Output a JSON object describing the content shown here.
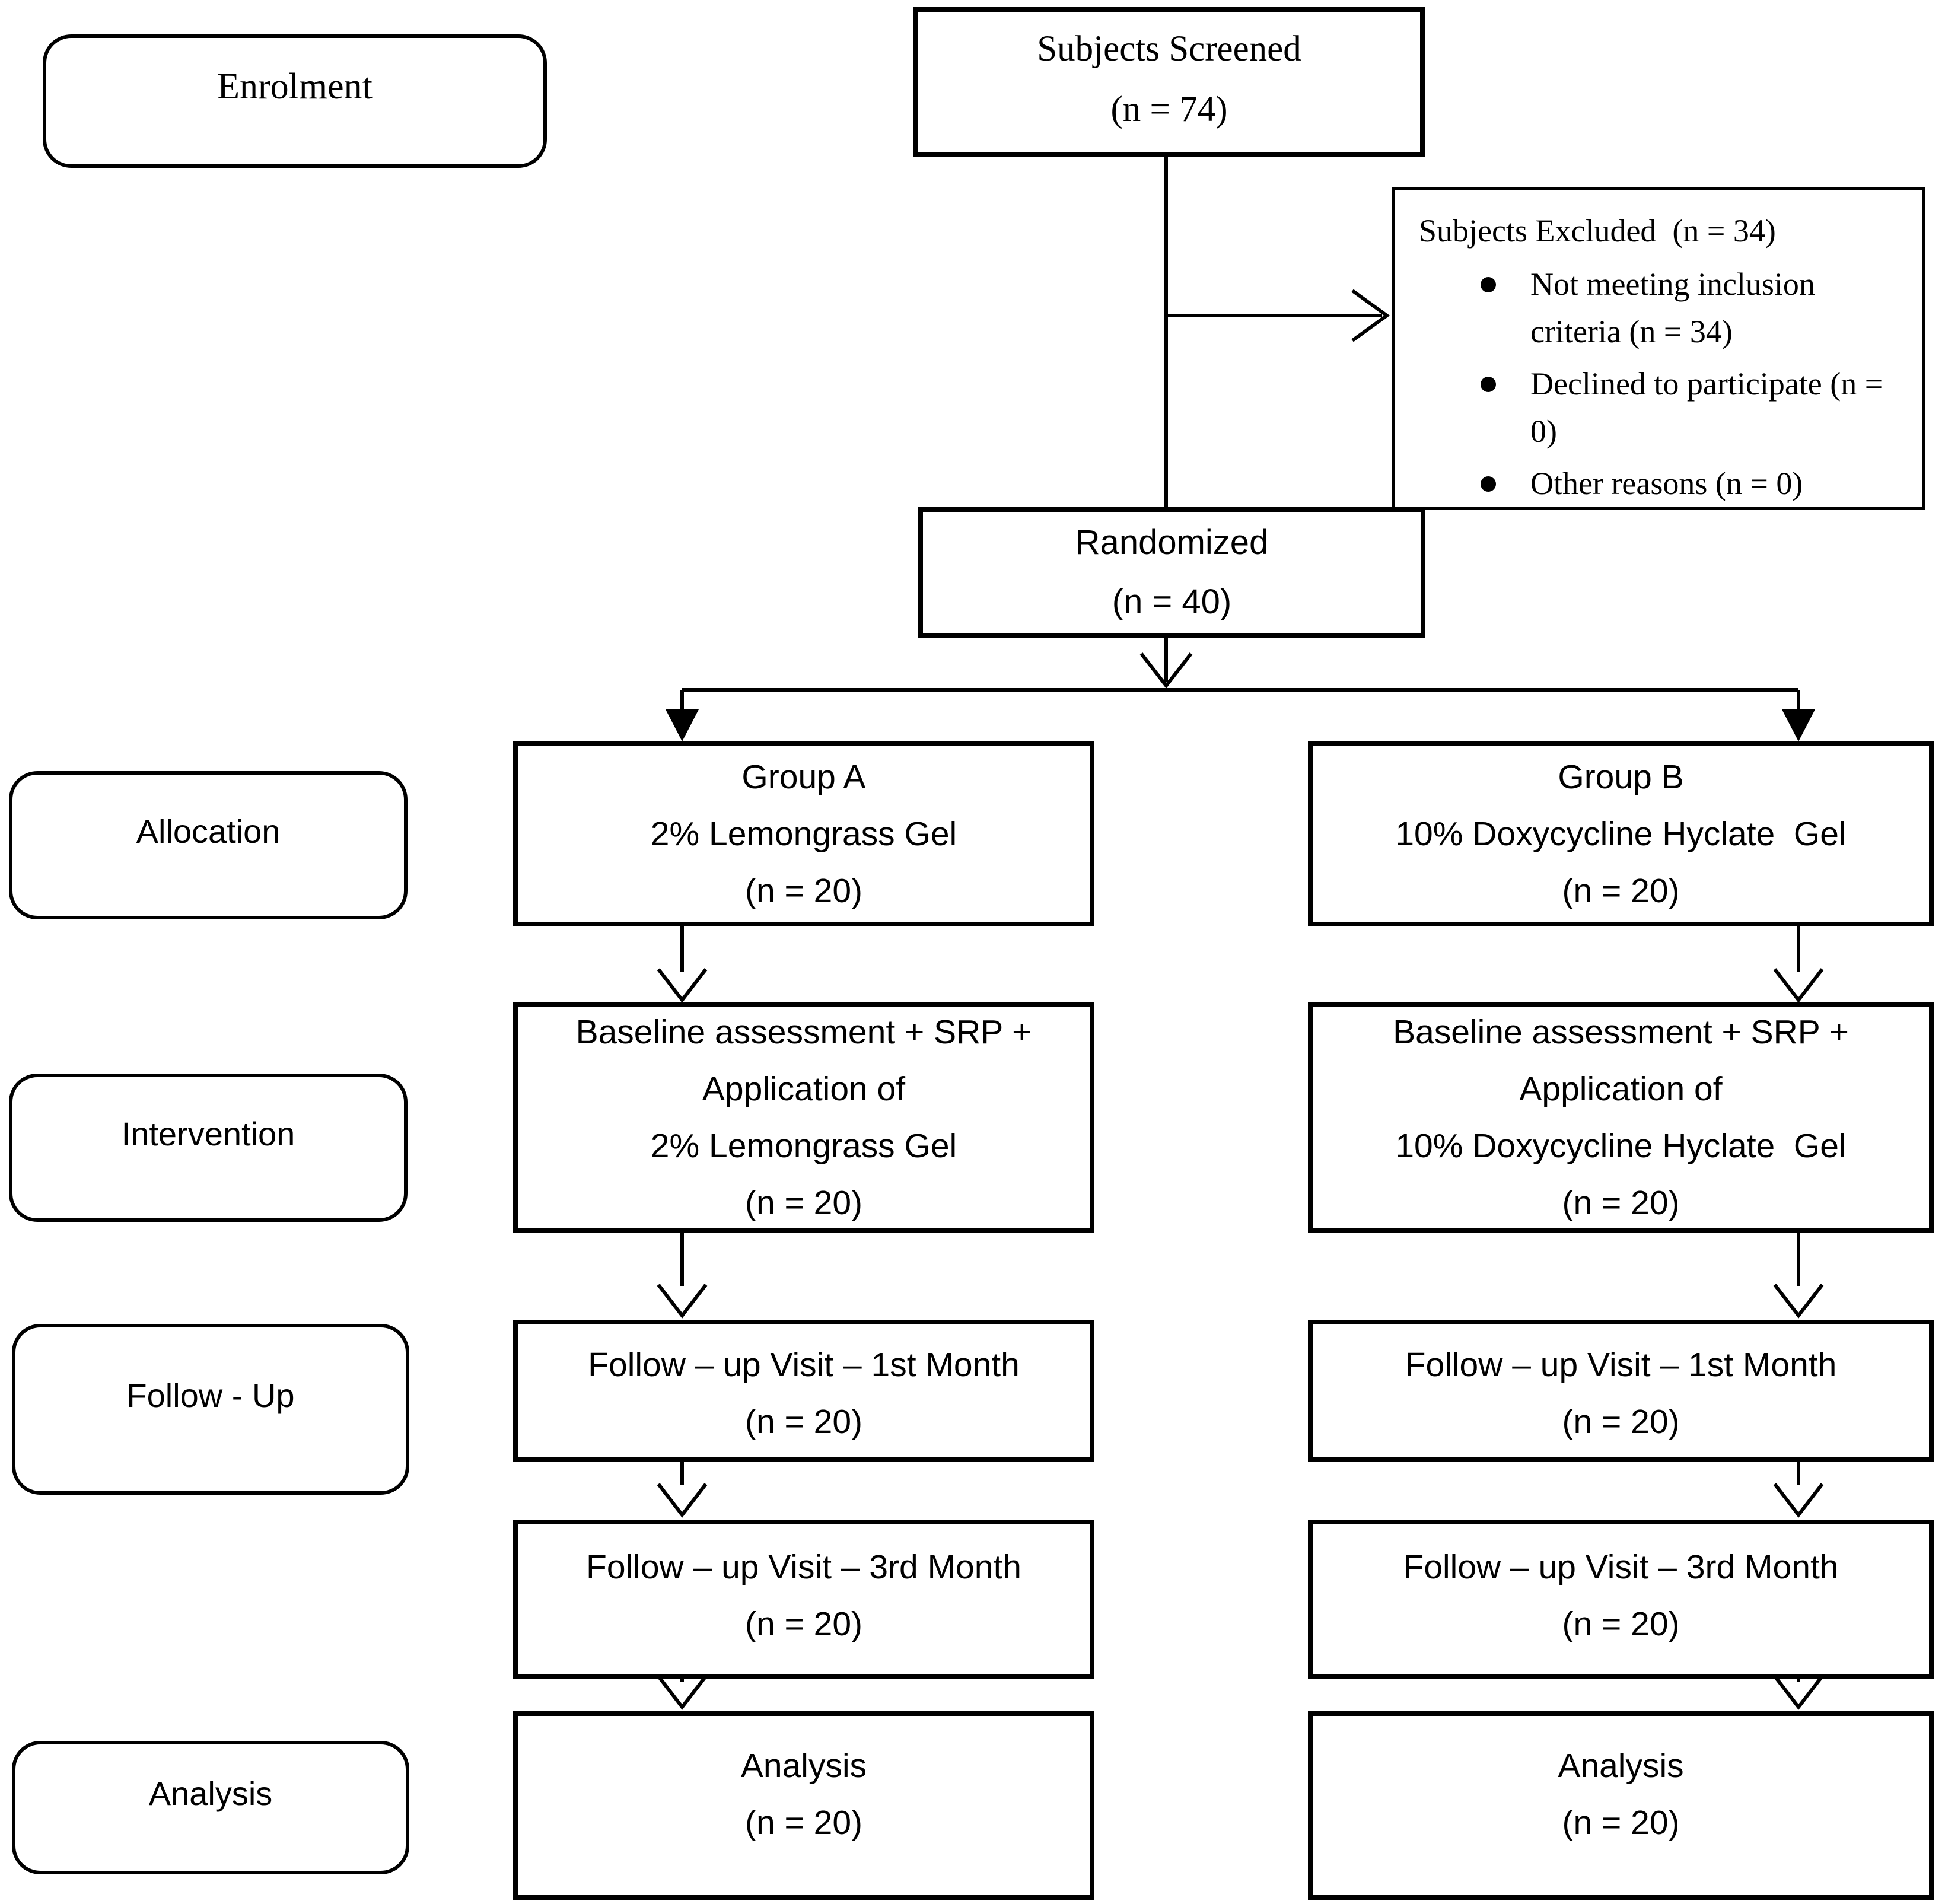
{
  "diagram": {
    "stages": {
      "enrolment": "Enrolment",
      "allocation": "Allocation",
      "intervention": "Intervention",
      "follow_up": "Follow - Up",
      "analysis": "Analysis"
    },
    "screened": {
      "title": "Subjects Screened",
      "n": "(n = 74)"
    },
    "excluded": {
      "title": "Subjects Excluded  (n = 34)",
      "bullets": [
        "Not meeting inclusion criteria (n = 34)",
        "Declined to participate (n = 0)",
        "Other reasons (n = 0)"
      ]
    },
    "randomized": {
      "title": "Randomized",
      "n": "(n = 40)"
    },
    "group_a": {
      "lines": [
        "Group A",
        "2% Lemongrass Gel",
        "(n = 20)"
      ]
    },
    "group_b": {
      "lines": [
        "Group B",
        "10% Doxycycline Hyclate  Gel",
        "(n = 20)"
      ]
    },
    "intervention_a": {
      "lines": [
        "Baseline assessment + SRP +",
        "Application of",
        "2% Lemongrass Gel",
        "(n = 20)"
      ]
    },
    "intervention_b": {
      "lines": [
        "Baseline assessment + SRP +",
        "Application of",
        "10% Doxycycline Hyclate  Gel",
        "(n = 20)"
      ]
    },
    "follow_up_1m_a": {
      "lines": [
        "Follow – up Visit – 1st Month",
        "(n = 20)"
      ]
    },
    "follow_up_1m_b": {
      "lines": [
        "Follow – up Visit – 1st Month",
        "(n = 20)"
      ]
    },
    "follow_up_3m_a": {
      "lines": [
        "Follow – up Visit – 3rd Month",
        "(n = 20)"
      ]
    },
    "follow_up_3m_b": {
      "lines": [
        "Follow – up Visit – 3rd Month",
        "(n = 20)"
      ]
    },
    "analysis_a": {
      "lines": [
        "Analysis",
        "(n = 20)"
      ]
    },
    "analysis_b": {
      "lines": [
        "Analysis",
        "(n = 20)"
      ]
    },
    "colors": {
      "line": "#000000",
      "box_border": "#000000",
      "background": "#ffffff",
      "text": "#000000"
    }
  }
}
